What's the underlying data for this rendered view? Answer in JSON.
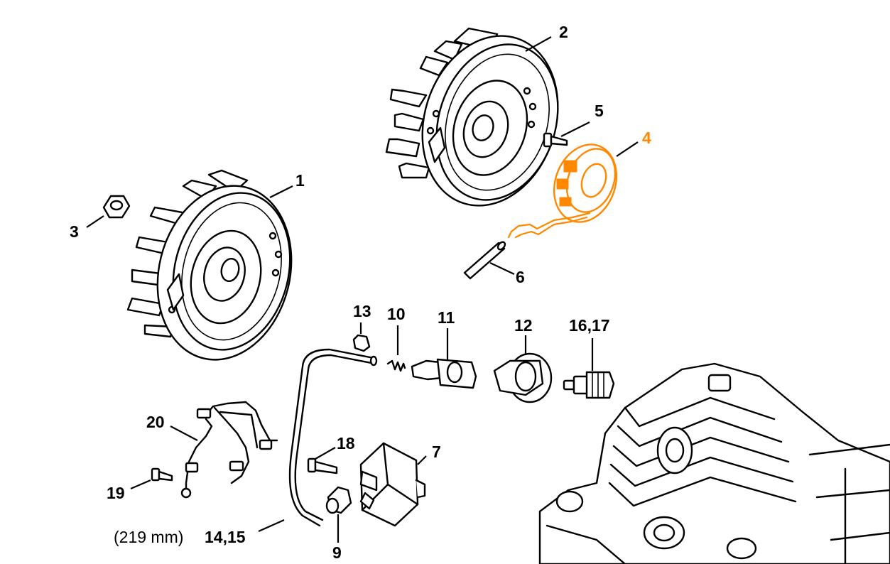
{
  "colors": {
    "line": "#000000",
    "background": "#ffffff",
    "highlight": "#ff8800"
  },
  "labels": {
    "part_1": "1",
    "part_2": "2",
    "part_3": "3",
    "part_4": "4",
    "part_5": "5",
    "part_6": "6",
    "part_7": "7",
    "part_9": "9",
    "part_10": "10",
    "part_11": "11",
    "part_12": "12",
    "part_13": "13",
    "part_14_15": "14,15",
    "part_14_15_note": "(219 mm)",
    "part_16_17": "16,17",
    "part_18": "18",
    "part_19": "19",
    "part_20": "20"
  }
}
